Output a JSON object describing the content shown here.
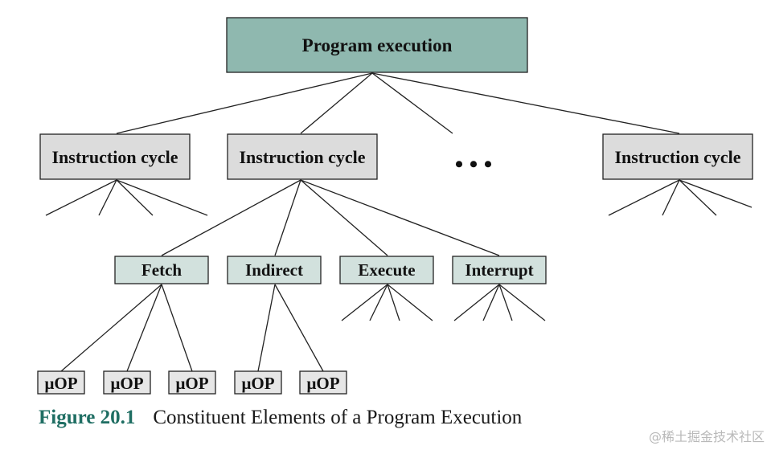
{
  "diagram": {
    "root": {
      "label": "Program execution",
      "fill": "#8fb8af"
    },
    "cycles": [
      {
        "label": "Instruction cycle"
      },
      {
        "label": "Instruction cycle"
      },
      {
        "label": "Instruction cycle"
      }
    ],
    "ellipsis": "• • •",
    "phases": [
      {
        "label": "Fetch"
      },
      {
        "label": "Indirect"
      },
      {
        "label": "Execute"
      },
      {
        "label": "Interrupt"
      }
    ],
    "micro_ops": [
      {
        "label": "μOP"
      },
      {
        "label": "μOP"
      },
      {
        "label": "μOP"
      },
      {
        "label": "μOP"
      },
      {
        "label": "μOP"
      }
    ],
    "cycle_fill": "#dcdcdc",
    "phase_fill": "#d2e1dd",
    "micro_fill": "#e6e6e6"
  },
  "caption": {
    "label": "Figure 20.1",
    "text": "Constituent Elements of a Program Execution",
    "label_color": "#1f6e63"
  },
  "watermark": "@稀土掘金技术社区"
}
